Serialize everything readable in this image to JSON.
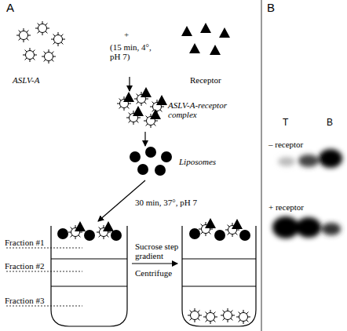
{
  "diagram": {
    "labels": [
      "A",
      "ASLV-A",
      "+",
      "(15 min, 4°, pH 7)",
      "Receptor",
      "ASLV-A-receptor complex",
      "Liposomes",
      "30 min, 37°, pH 7",
      "Fraction #1",
      "Fraction #2",
      "Fraction #3",
      "Sucrose step gradient",
      "Centrifuge",
      "B",
      "T",
      "B",
      "– receptor",
      "+ receptor"
    ]
  }
}
